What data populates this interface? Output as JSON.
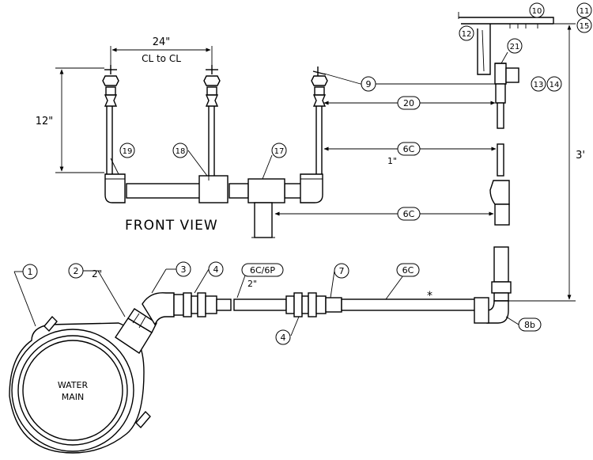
{
  "dimensions": {
    "spacing": "24\"",
    "spacing_note": "CL to CL",
    "riser_height": "12\"",
    "total_height": "3'"
  },
  "labels": {
    "front_view": "FRONT VIEW",
    "main_line1": "WATER",
    "main_line2": "MAIN",
    "size_2in_a": "2\"",
    "size_2in_b": "2\"",
    "size_1in": "1\"",
    "asterisk": "*"
  },
  "callouts": {
    "c1": "1",
    "c2": "2",
    "c3": "3",
    "c4a": "4",
    "c4b": "4",
    "c7": "7",
    "c6c_a": "6C",
    "c6c_b": "6C",
    "c6c_c": "6C",
    "c6c6p": "6C/6P",
    "c8b": "8b",
    "c9": "9",
    "c10": "10",
    "c11": "11",
    "c12": "12",
    "c13": "13",
    "c14": "14",
    "c15": "15",
    "c17": "17",
    "c18": "18",
    "c19": "19",
    "c20": "20",
    "c21": "21"
  }
}
